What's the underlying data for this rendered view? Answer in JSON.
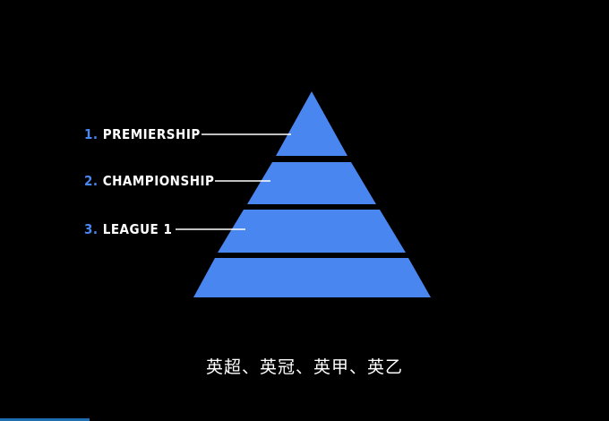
{
  "colors": {
    "background": "#000000",
    "tier_fill": "#4a86f0",
    "label_number": "#4a86f0",
    "label_text": "#ffffff",
    "leader_line": "#ffffff"
  },
  "pyramid": {
    "labels": [
      {
        "number": "1.",
        "text": "PREMIERSHIP"
      },
      {
        "number": "2.",
        "text": "CHAMPIONSHIP"
      },
      {
        "number": "3.",
        "text": "LEAGUE 1"
      }
    ]
  },
  "caption": "英超、英冠、英甲、英乙"
}
